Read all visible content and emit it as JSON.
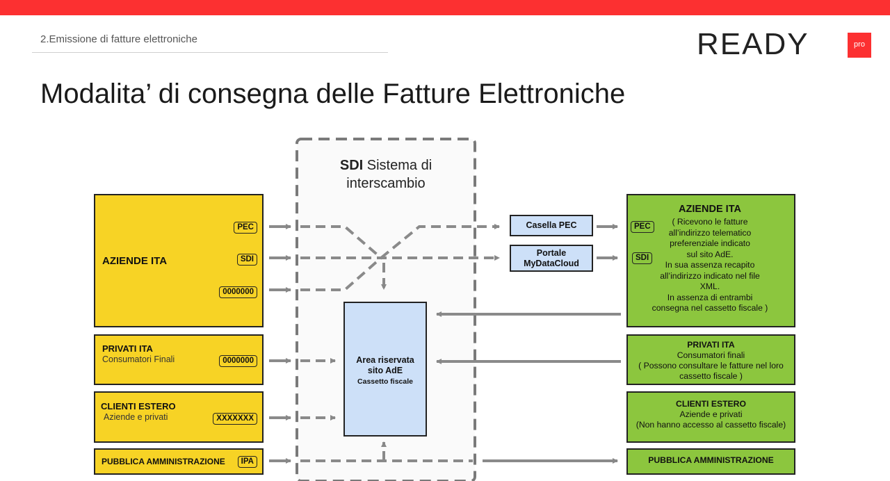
{
  "header": {
    "section": "2.Emissione di fatture elettroniche",
    "title": "Modalita’ di consegna delle Fatture Elettroniche",
    "logo_text": "READY",
    "logo_pro": "pro"
  },
  "sdi": {
    "title_bold": "SDI",
    "title_rest": "Sistema di",
    "title_line2": "interscambio"
  },
  "area": {
    "line1": "Area riservata",
    "line2": "sito AdE",
    "line3": "Cassetto fiscale"
  },
  "channels": {
    "pec": "Casella PEC",
    "portal_line1": "Portale",
    "portal_line2": "MyDataCloud"
  },
  "left": {
    "aziende": {
      "label": "AZIENDE ITA",
      "tags": [
        "PEC",
        "SDI",
        "0000000"
      ]
    },
    "privati": {
      "label": "PRIVATI  ITA",
      "sub": "Consumatori Finali",
      "tag": "0000000"
    },
    "estero": {
      "label": "CLIENTI ESTERO",
      "sub": "Aziende e privati",
      "tag": "XXXXXXX"
    },
    "pa": {
      "label": "PUBBLICA AMMINISTRAZIONE",
      "tag": "IPA"
    }
  },
  "right": {
    "aziende": {
      "title": "AZIENDE ITA",
      "tags": [
        "PEC",
        "SDI"
      ],
      "lines": [
        "( Ricevono le fatture",
        "all’indirizzo telematico",
        "preferenziale indicato",
        "sul sito AdE.",
        "In sua assenza recapito",
        "all’indirizzo indicato nel file",
        "XML.",
        "In assenza di entrambi",
        "consegna nel cassetto fiscale )"
      ]
    },
    "privati": {
      "title": "PRIVATI ITA",
      "lines": [
        "Consumatori finali",
        "( Possono consultare le fatture nel loro",
        "cassetto fiscale )"
      ]
    },
    "estero": {
      "title": "CLIENTI ESTERO",
      "lines": [
        "Aziende e privati",
        "(Non hanno accesso al cassetto fiscale)"
      ]
    },
    "pa": {
      "title": "PUBBLICA AMMINISTRAZIONE"
    }
  }
}
